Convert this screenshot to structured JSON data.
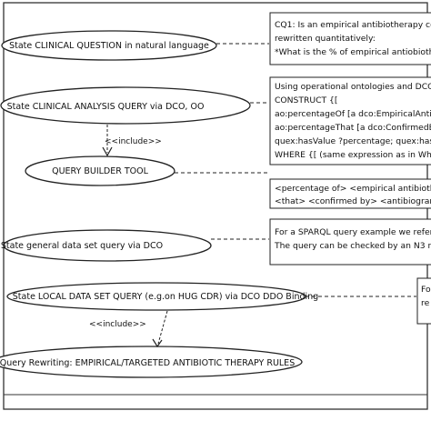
{
  "use_cases": {
    "clinical_question": "State CLINICAL QUESTION in natural language",
    "clinical_analysis_query": "State CLINICAL ANALYSIS QUERY via DCO, OO",
    "query_builder_tool": "QUERY BUILDER TOOL",
    "general_data_set_query": "State general data set query via DCO",
    "local_data_set_query": "State LOCAL DATA SET QUERY (e.g.on HUG CDR) via DCO DDO Binding",
    "query_rewriting": "Query Rewriting: EMPIRICAL/TARGETED ANTIBIOTIC THERAPY RULES"
  },
  "relations": {
    "include_1": "<<include>>",
    "include_2": "<<include>>"
  },
  "notes": {
    "cq1": [
      "CQ1: Is an empirical antibiotherapy confi",
      "rewritten quantitatively:",
      "*What is the % of empirical antiobiothera"
    ],
    "construct": [
      "Using operational ontologies and DCO",
      "CONSTRUCT {[",
      "ao:percentageOf [a dco:EmpiricalAntibio",
      "ao:percentageThat [a dco:ConfirmedEm",
      "quex:hasValue ?percentage; quex:hasU",
      "WHERE {[ (same expression as in Wher"
    ],
    "template": [
      "<percentage of> <empirical antibiothera",
      "<that> <confirmed by> <antibiogram>"
    ],
    "sparql": [
      "For a SPARQL query example we refer fo",
      "The query can be checked by an N3 rule"
    ],
    "local": [
      "Fo",
      "re"
    ]
  }
}
